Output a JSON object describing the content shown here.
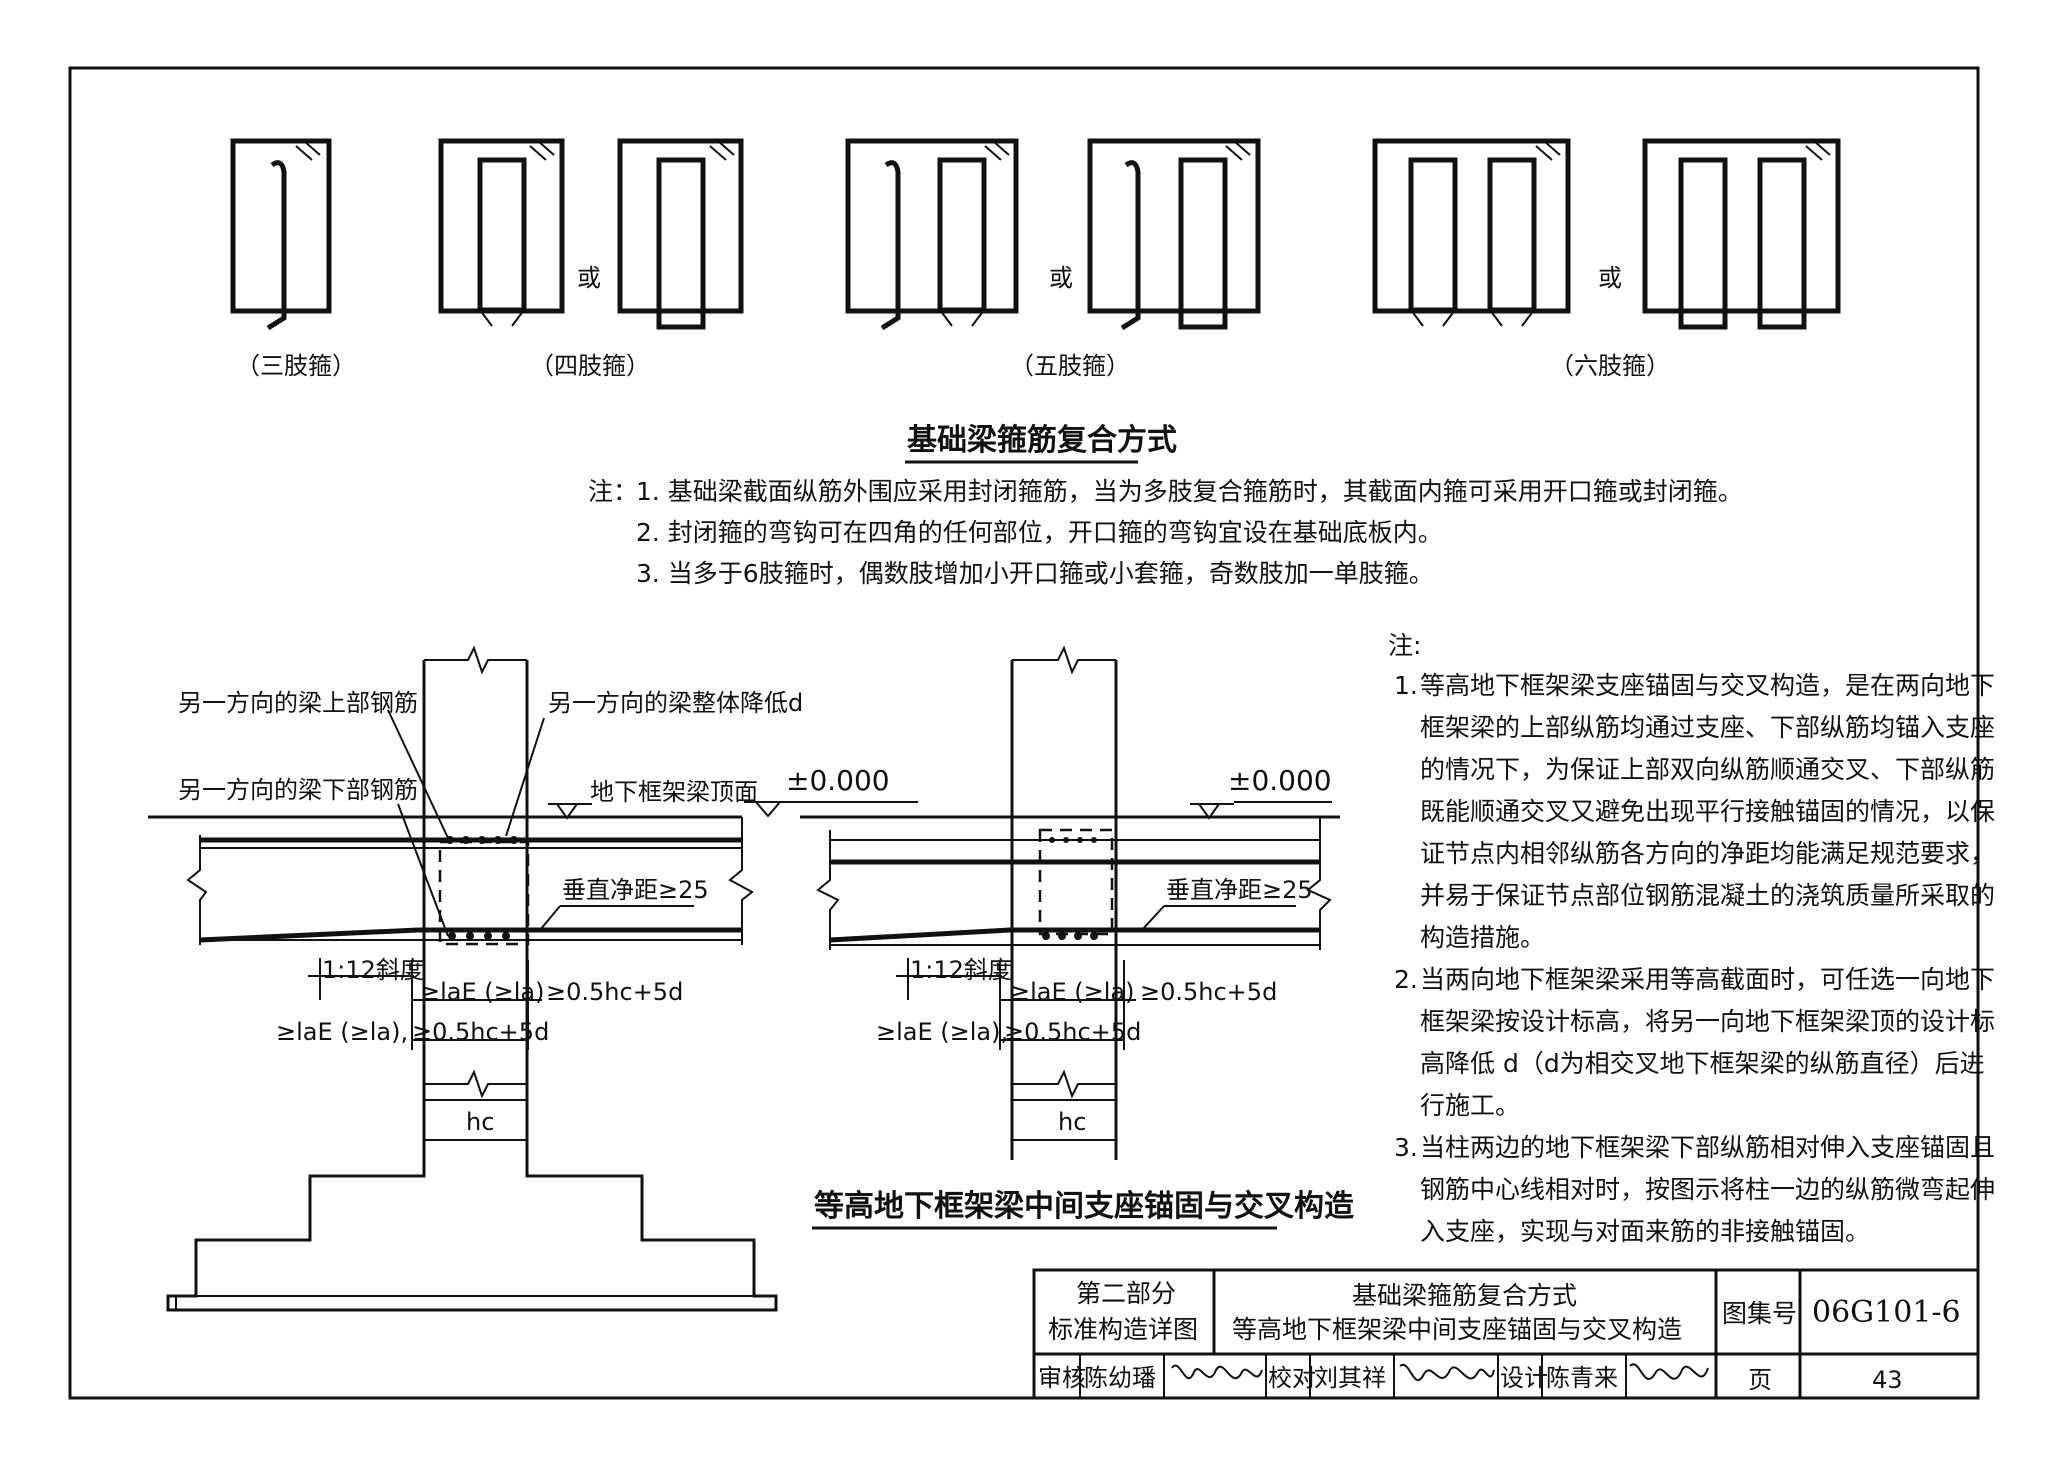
{
  "stirrups": {
    "or_label": "或",
    "captions": [
      "（三肢箍）",
      "（四肢箍）",
      "（五肢箍）",
      "（六肢箍）"
    ]
  },
  "section_title": "基础梁箍筋复合方式",
  "notes_top": {
    "prefix": "注：",
    "items": [
      "1. 基础梁截面纵筋外围应采用封闭箍筋，当为多肢复合箍筋时，其截面内箍可采用开口箍或封闭箍。",
      "2. 封闭箍的弯钩可在四角的任何部位，开口箍的弯钩宜设在基础底板内。",
      "3. 当多于6肢箍时，偶数肢增加小开口箍或小套箍，奇数肢加一单肢箍。"
    ]
  },
  "diagram_left": {
    "label_top_rebar": "另一方向的梁上部钢筋",
    "label_bottom_rebar": "另一方向的梁下部钢筋",
    "label_lower": "另一方向的梁整体降低d",
    "label_beam_top": "地下框架梁顶面",
    "elevation": "±0.000",
    "clear_distance": "垂直净距≥25",
    "slope": "1:12斜度",
    "dim_anchor": "≥laE (≥la)",
    "dim_anchor_short": "≥0.5hc+5d",
    "dim_left": "≥laE (≥la),",
    "dim_left_2": "≥0.5hc+5d",
    "hc": "hc"
  },
  "diagram_right": {
    "elevation": "±0.000",
    "clear_distance": "垂直净距≥25",
    "slope": "1:12斜度",
    "dim_anchor": "≥laE (≥la)",
    "dim_anchor_short": "≥0.5hc+5d",
    "dim_left": "≥laE (≥la),",
    "dim_left_2": "≥0.5hc+5d",
    "hc": "hc"
  },
  "diagram_title": "等高地下框架梁中间支座锚固与交叉构造",
  "notes_right": {
    "prefix": "注:",
    "items": [
      [
        "1.",
        "等高地下框架梁支座锚固与交叉构造，是在两向地下",
        "框架梁的上部纵筋均通过支座、下部纵筋均锚入支座",
        "的情况下，为保证上部双向纵筋顺通交叉、下部纵筋",
        "既能顺通交叉又避免出现平行接触锚固的情况，以保",
        "证节点内相邻纵筋各方向的净距均能满足规范要求，",
        "并易于保证节点部位钢筋混凝土的浇筑质量所采取的",
        "构造措施。"
      ],
      [
        "2.",
        "当两向地下框架梁采用等高截面时，可任选一向地下",
        "框架梁按设计标高，将另一向地下框架梁顶的设计标",
        "高降低 d（d为相交叉地下框架梁的纵筋直径）后进",
        "行施工。"
      ],
      [
        "3.",
        "当柱两边的地下框架梁下部纵筋相对伸入支座锚固且",
        "钢筋中心线相对时，按图示将柱一边的纵筋微弯起伸",
        "入支座，实现与对面来筋的非接触锚固。"
      ]
    ]
  },
  "title_block": {
    "part": "第二部分",
    "part_sub": "标准构造详图",
    "title_1": "基础梁箍筋复合方式",
    "title_2": "等高地下框架梁中间支座锚固与交叉构造",
    "atlas_label": "图集号",
    "atlas_no": "06G101-6",
    "review_label": "审核",
    "reviewer": "陈幼璠",
    "check_label": "校对",
    "checker": "刘其祥",
    "design_label": "设计",
    "designer": "陈青来",
    "page_label": "页",
    "page_no": "43"
  }
}
